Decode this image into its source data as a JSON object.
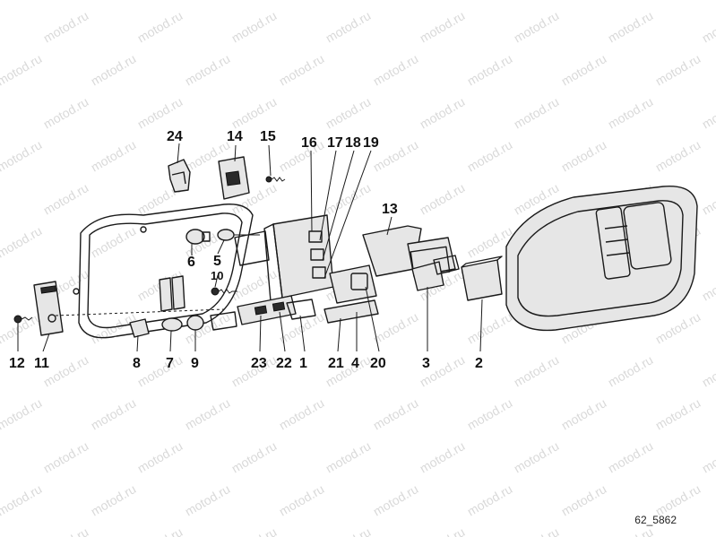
{
  "watermark": "motod.ru",
  "figure_id": "62_5862",
  "callouts": [
    "24",
    "14",
    "15",
    "16",
    "17",
    "18",
    "19",
    "13",
    "6",
    "5",
    "10",
    "12",
    "11",
    "8",
    "7",
    "9",
    "23",
    "22",
    "1",
    "21",
    "4",
    "20",
    "3",
    "2"
  ],
  "accent_color": "#111111",
  "watermark_color": "#d9d9d9"
}
